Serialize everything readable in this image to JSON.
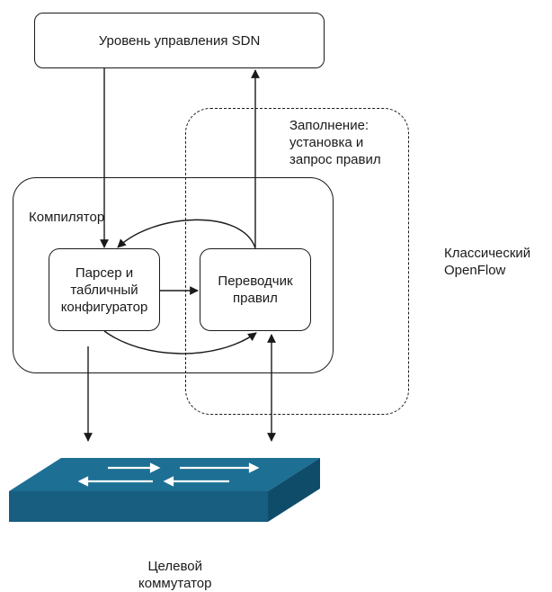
{
  "nodes": {
    "sdn_control": "Уровень управления SDN",
    "compiler": "Компилятор",
    "parser": "Парсер и\nтабличный\nконфигуратор",
    "translator": "Переводчик\nправил",
    "filling": "Заполнение:\nустановка и\nзапрос правил",
    "classic": "Классический\nOpenFlow",
    "target": "Целевой\nкоммутатор"
  },
  "colors": {
    "switch_top": "#1d6f94",
    "switch_front": "#175e80",
    "switch_side": "#0f4c6a",
    "switch_arrows": "#ffffff",
    "lines": "#1a1a1a"
  },
  "icons": {
    "target_switch": "network-switch-icon"
  }
}
